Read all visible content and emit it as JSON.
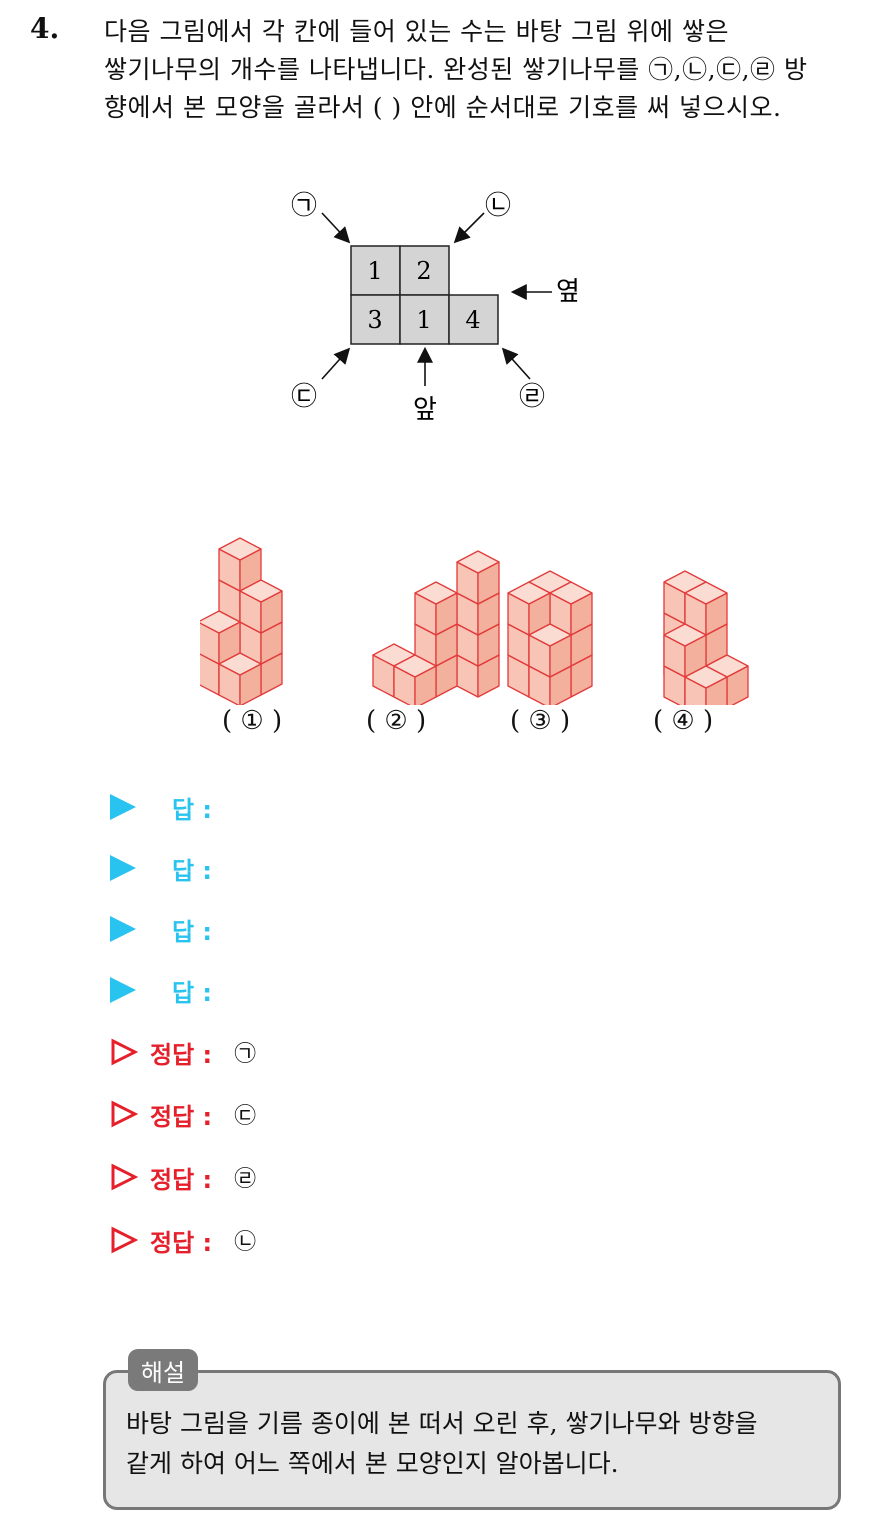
{
  "question": {
    "number": "4.",
    "lines": [
      "다음 그림에서 각 칸에 들어 있는 수는 바탕 그림 위에 쌓은",
      "쌓기나무의 개수를 나타냅니다. 완성된 쌓기나무를 ㉠,㉡,㉢,㉣ 방",
      "향에서 본 모양을 골라서 (          ) 안에 순서대로 기호를 써 넣으시오."
    ]
  },
  "diagram": {
    "grid": [
      [
        "1",
        "2",
        ""
      ],
      [
        "3",
        "1",
        "4"
      ]
    ],
    "labels": {
      "a": "㉠",
      "b": "㉡",
      "c": "㉢",
      "d": "㉣",
      "front": "앞",
      "side": "옆"
    }
  },
  "choices": [
    "( ① )",
    "( ② )",
    "( ③ )",
    "( ④ )"
  ],
  "answers": [
    "답 :",
    "답 :",
    "답 :",
    "답 :"
  ],
  "correct": [
    {
      "label": "정답 :",
      "value": "㉠"
    },
    {
      "label": "정답 :",
      "value": "㉢"
    },
    {
      "label": "정답 :",
      "value": "㉣"
    },
    {
      "label": "정답 :",
      "value": "㉡"
    }
  ],
  "explanation": {
    "tab": "해설",
    "lines": [
      "바탕 그림을 기름 종이에 본 떠서 오린 후, 쌓기나무와 방향을",
      "같게 하여 어느 쪽에서 본 모양인지 알아봅니다."
    ]
  },
  "colors": {
    "answer": "#29c3ef",
    "correct": "#e6202b",
    "cube_top": "#fbdcd3",
    "cube_left": "#f7c4b5",
    "cube_right": "#f2b09d",
    "cube_edge": "#e23a3a"
  }
}
